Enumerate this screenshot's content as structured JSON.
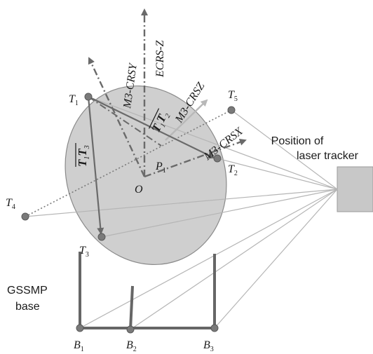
{
  "points": {
    "t1": {
      "main": "T",
      "sub": "1"
    },
    "t2": {
      "main": "T",
      "sub": "2"
    },
    "t3": {
      "main": "T",
      "sub": "3"
    },
    "t4": {
      "main": "T",
      "sub": "4"
    },
    "t5": {
      "main": "T",
      "sub": "5"
    },
    "p1": {
      "main": "P",
      "sub": "1"
    },
    "o": {
      "main": "O"
    },
    "b1": {
      "main": "B",
      "sub": "1"
    },
    "b2": {
      "main": "B",
      "sub": "2"
    },
    "b3": {
      "main": "B",
      "sub": "3"
    }
  },
  "axes": {
    "ecrs_z": "ECRS-Z",
    "m3_crsy": "M3-CRSY",
    "m3_crsz": "M3-CRSZ",
    "m3_crsx": "M3-CRSX"
  },
  "vectors": {
    "t1t2": {
      "a": "T",
      "a_sub": "1",
      "b": "T",
      "b_sub": "2"
    },
    "t1t3": {
      "a": "T",
      "a_sub": "1",
      "b": "T",
      "b_sub": "3"
    }
  },
  "labels": {
    "laser_line1": "Position of",
    "laser_line2": "laser tracker",
    "base_line1": "GSSMP",
    "base_line2": "base"
  },
  "colors": {
    "ellipse_fill": "#cfcfcf",
    "ellipse_stroke": "#8a8a8a",
    "dark": "#666666",
    "light": "#b5b5b5",
    "point": "#7a7a7a",
    "tracker_fill": "#c8c8c8"
  }
}
